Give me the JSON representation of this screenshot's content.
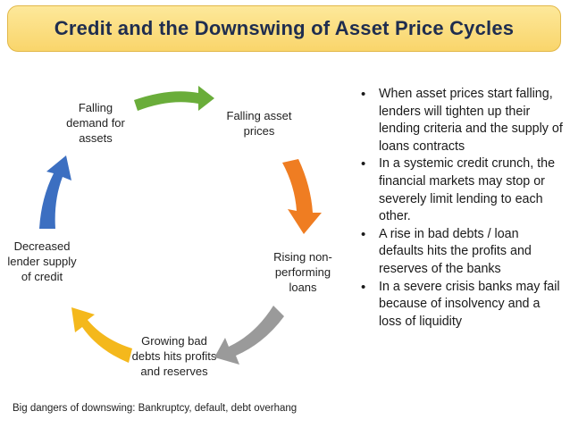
{
  "title": "Credit and the Downswing of Asset Price Cycles",
  "cycle": {
    "nodes": [
      "Falling asset prices",
      "Rising non-performing loans",
      "Growing bad debts hits profits and reserves",
      "Decreased lender supply of credit",
      "Falling demand for assets"
    ],
    "arrow_colors": {
      "green": "#6aad3a",
      "orange": "#ef7d22",
      "gray": "#9a9a9a",
      "yellow": "#f4b81c",
      "blue": "#3c6fc1"
    }
  },
  "bullets": [
    "When asset prices start falling, lenders will tighten up their lending criteria and the supply of loans contracts",
    "In a systemic credit crunch, the financial markets may stop or severely limit lending to each other.",
    "A rise in bad debts / loan defaults hits the profits and reserves of the banks",
    "In a severe crisis banks may fail because of insolvency and a loss of liquidity"
  ],
  "footer": "Big dangers of downswing: Bankruptcy, default, debt overhang"
}
